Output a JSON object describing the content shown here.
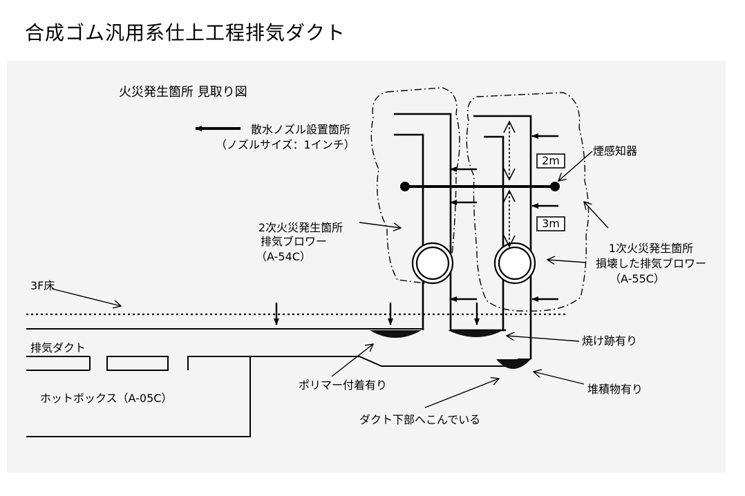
{
  "title": "合成ゴム汎用系仕上工程排気ダクト",
  "diagram": {
    "subtitle": "火災発生箇所 見取り図",
    "nozzle_label": "散水ノズル設置箇所",
    "nozzle_size": "（ノズルサイズ：1インチ）",
    "secondary_fire_line1": "2次火災発生箇所",
    "secondary_fire_line2": "排気ブロワー",
    "secondary_fire_line3": "（A-54C）",
    "primary_fire_line1": "1次火災発生箇所",
    "primary_fire_line2": "損壊した排気ブロワー",
    "primary_fire_line3": "（A-55C）",
    "smoke_detector": "煙感知器",
    "height_2m": "2m",
    "height_3m": "3m",
    "floor_3f": "3F床",
    "exhaust_duct": "排気ダクト",
    "hot_box": "ホットボックス（A-05C）",
    "burn_marks": "焼け跡有り",
    "polymer": "ポリマー付着有り",
    "deposit": "堆積物有り",
    "duct_dent": "ダクト下部へこんでいる"
  }
}
